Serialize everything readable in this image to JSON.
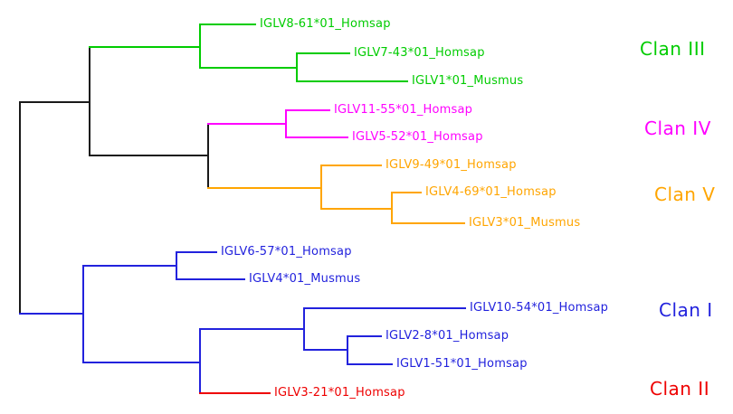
{
  "diagram_type": "phylogenetic-tree",
  "colors": {
    "root_and_internal_branches": "#1a1a1a",
    "clan_i": "#2222dd",
    "clan_ii": "#ee0000",
    "clan_iii": "#00cc00",
    "clan_iv": "#ff00ff",
    "clan_v": "#ffa500",
    "background": "#ffffff"
  },
  "clans": [
    {
      "label": "Clan III",
      "color": "#00cc00",
      "members": [
        "IGLV8-61*01_Homsap",
        "IGLV7-43*01_Homsap",
        "IGLV1*01_Musmus"
      ]
    },
    {
      "label": "Clan IV",
      "color": "#ff00ff",
      "members": [
        "IGLV11-55*01_Homsap",
        "IGLV5-52*01_Homsap"
      ]
    },
    {
      "label": "Clan V",
      "color": "#ffa500",
      "members": [
        "IGLV9-49*01_Homsap",
        "IGLV4-69*01_Homsap",
        "IGLV3*01_Musmus"
      ]
    },
    {
      "label": "Clan I",
      "color": "#2222dd",
      "members": [
        "IGLV6-57*01_Homsap",
        "IGLV4*01_Musmus",
        "IGLV10-54*01_Homsap",
        "IGLV2-8*01_Homsap",
        "IGLV1-51*01_Homsap"
      ]
    },
    {
      "label": "Clan II",
      "color": "#ee0000",
      "members": [
        "IGLV3-21*01_Homsap"
      ]
    }
  ],
  "taxa": [
    {
      "label": "IGLV8-61*01_Homsap",
      "clan": "Clan III"
    },
    {
      "label": "IGLV7-43*01_Homsap",
      "clan": "Clan III"
    },
    {
      "label": "IGLV1*01_Musmus",
      "clan": "Clan III"
    },
    {
      "label": "IGLV11-55*01_Homsap",
      "clan": "Clan IV"
    },
    {
      "label": "IGLV5-52*01_Homsap",
      "clan": "Clan IV"
    },
    {
      "label": "IGLV9-49*01_Homsap",
      "clan": "Clan V"
    },
    {
      "label": "IGLV4-69*01_Homsap",
      "clan": "Clan V"
    },
    {
      "label": "IGLV3*01_Musmus",
      "clan": "Clan V"
    },
    {
      "label": "IGLV6-57*01_Homsap",
      "clan": "Clan I"
    },
    {
      "label": "IGLV4*01_Musmus",
      "clan": "Clan I"
    },
    {
      "label": "IGLV10-54*01_Homsap",
      "clan": "Clan I"
    },
    {
      "label": "IGLV2-8*01_Homsap",
      "clan": "Clan I"
    },
    {
      "label": "IGLV1-51*01_Homsap",
      "clan": "Clan I"
    },
    {
      "label": "IGLV3-21*01_Homsap",
      "clan": "Clan II"
    }
  ]
}
